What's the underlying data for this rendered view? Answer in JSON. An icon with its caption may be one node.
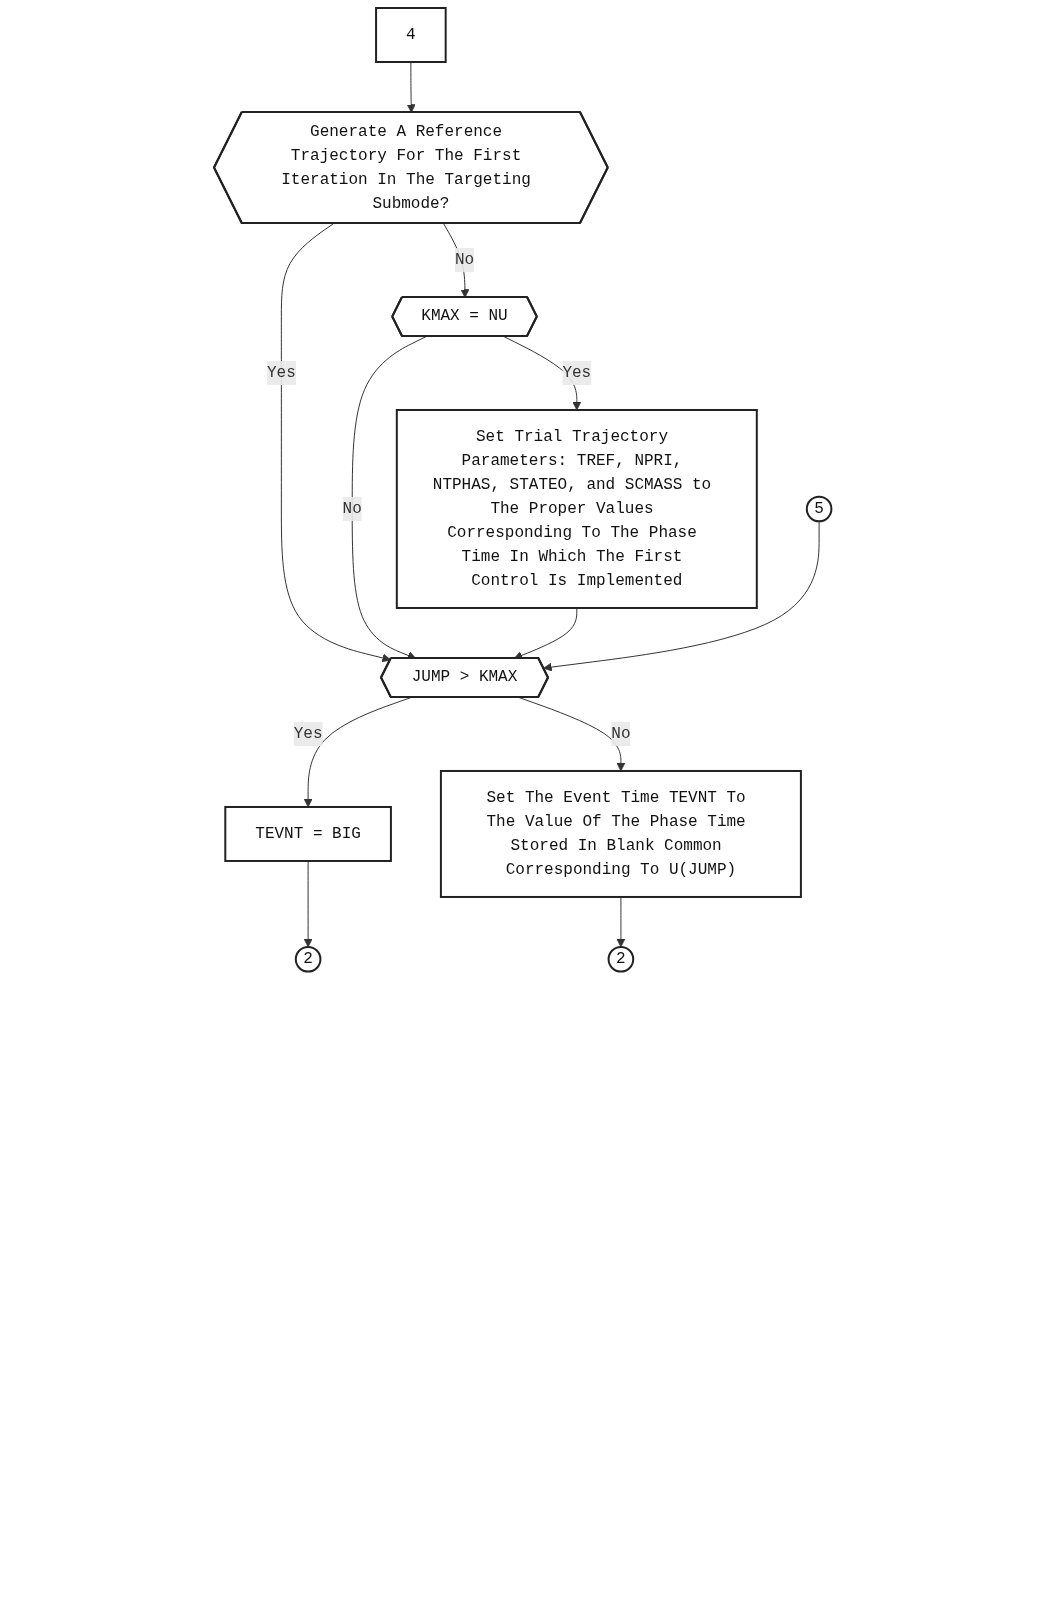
{
  "diagram": {
    "nodes": [
      {
        "text": [
          "4"
        ]
      },
      {
        "text": [
          "Generate A Reference Trajectory For The First Iteration In The Targeting Submode?"
        ]
      },
      {
        "text": [
          "KMAX = NU"
        ]
      },
      {
        "text": [
          "Set Trial Trajectory Parameters: TREF, NPRI, NTPHAS, STATEO, and SCMASS to The Proper Values Corresponding To The Phase Time In Which The First Control Is Implemented"
        ]
      },
      {
        "text": [
          "5"
        ]
      },
      {
        "text": [
          "JUMP > KMAX"
        ]
      },
      {
        "text": [
          "TEVNT = BIG"
        ]
      },
      {
        "text": [
          "Set The Event Time TEVNT To The Value Of The Phase Time Stored In Blank Common Corresponding To U(JUMP)"
        ]
      },
      {
        "text": [
          "2"
        ]
      },
      {
        "text": [
          "2"
        ]
      }
    ],
    "edges": [
      {
        "from": 0,
        "to": 1,
        "arrow": "to"
      },
      {
        "from": 1,
        "to": 5,
        "label": "Yes",
        "arrow": "to"
      },
      {
        "from": 1,
        "to": 2,
        "label": "No",
        "arrow": "to"
      },
      {
        "from": 2,
        "to": 5,
        "label": "No",
        "arrow": "to"
      },
      {
        "from": 2,
        "to": 3,
        "label": "Yes",
        "arrow": "to"
      },
      {
        "from": 3,
        "to": 5,
        "arrow": "to"
      },
      {
        "from": 4,
        "to": 5,
        "arrow": "to"
      },
      {
        "from": 5,
        "to": 6,
        "label": "Yes",
        "arrow": "to"
      },
      {
        "from": 5,
        "to": 7,
        "label": "No",
        "arrow": "to"
      },
      {
        "from": 6,
        "to": 8,
        "arrow": "to"
      },
      {
        "from": 7,
        "to": 9,
        "arrow": "to"
      }
    ]
  }
}
